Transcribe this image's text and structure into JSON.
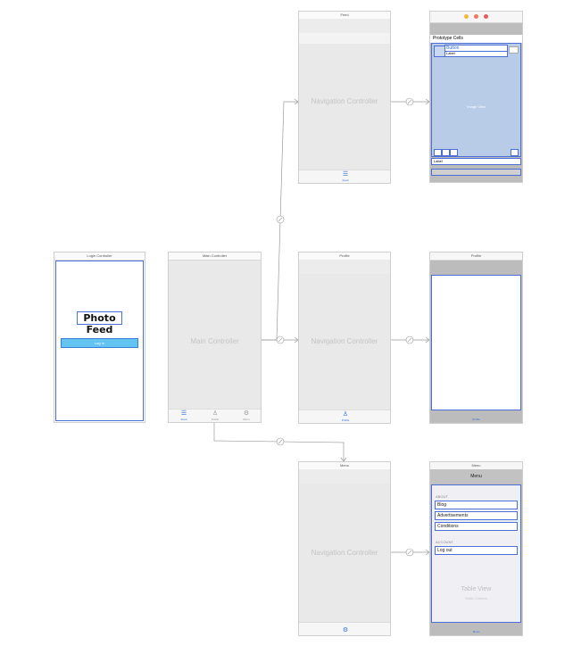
{
  "feed_nav": {
    "title": "Feed",
    "center": "Navigation Controller",
    "tab": "Feed"
  },
  "feed_detail": {
    "prototype_cells": "Prototype Cells",
    "button": "Button",
    "label": "Label",
    "image": "Image View",
    "label2": "Label"
  },
  "login": {
    "title": "Login Controller",
    "photo_feed": "Photo Feed",
    "login_btn": "Log In"
  },
  "main": {
    "title": "Main Controller",
    "center": "Main Controller",
    "tabs": [
      {
        "label": "Feed"
      },
      {
        "label": "Profile"
      },
      {
        "label": "Menu"
      }
    ]
  },
  "profile_nav": {
    "title": "Profile",
    "center": "Navigation Controller",
    "tab": "Profile"
  },
  "profile_detail": {
    "title": "Profile",
    "tab": "Profile"
  },
  "menu_nav": {
    "title": "Menu",
    "center": "Navigation Controller"
  },
  "menu_detail": {
    "title": "Menu",
    "nav_title": "Menu",
    "about": "ABOUT",
    "rows": [
      "Blog",
      "Advertisements",
      "Conditions"
    ],
    "account": "ACCOUNT",
    "logout": "Log out",
    "table_view": "Table View",
    "static_content": "Static Content",
    "tab": "Menu"
  },
  "colors": {
    "accent": "#2a6fdb",
    "outline": "#4b6fd6",
    "scene_bg": "#e9e9e9"
  }
}
